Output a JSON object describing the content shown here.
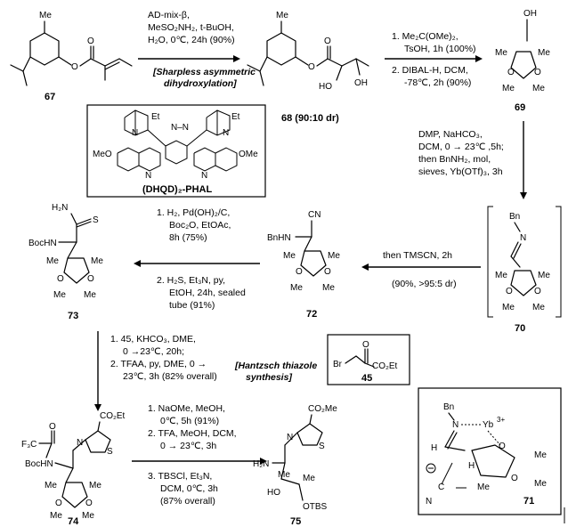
{
  "compounds": {
    "c67": "67",
    "c68": "68 (90:10 dr)",
    "c69": "69",
    "c70": "70",
    "c71": "71",
    "c72": "72",
    "c73": "73",
    "c74": "74",
    "c75": "75",
    "c45": "45",
    "ligand": "(DHQD)₂-PHAL"
  },
  "steps": {
    "s1": [
      "AD-mix-β,",
      "MeSO₂NH₂, t-BuOH,",
      "H₂O, 0℃, 24h (90%)"
    ],
    "s1_note": [
      "[Sharpless asymmetric",
      "dihydroxylation]"
    ],
    "s2": [
      "1. Me₂C(OMe)₂,",
      "TsOH, 1h (100%)",
      "2. DIBAL-H, DCM,",
      "-78℃, 2h (90%)"
    ],
    "s3": [
      "DMP, NaHCO₃,",
      "DCM, 0 → 23℃ ,5h;",
      "then BnNH₂, mol,",
      "sieves, Yb(OTf)₃, 3h"
    ],
    "s4": [
      "then TMSCN, 2h",
      "(90%, >95:5 dr)"
    ],
    "s5": [
      "1. H₂, Pd(OH)₂/C,",
      "Boc₂O, EtOAc,",
      "8h (75%)",
      "2. H₂S, Et₃N, py,",
      "EtOH, 24h, sealed",
      "tube (91%)"
    ],
    "s6": [
      "1. 45, KHCO₃, DME,",
      "0 →23℃, 20h;",
      "2. TFAA, py, DME, 0 →",
      "23℃, 3h (82% overall)"
    ],
    "s6_note": [
      "[Hantzsch thiazole",
      "synthesis]"
    ],
    "s7": [
      "1. NaOMe, MeOH,",
      "0℃, 5h (91%)",
      "2. TFA, MeOH, DCM,",
      "0 → 23℃, 3h",
      "3. TBSCl, Et₃N,",
      "DCM, 0℃, 3h",
      "(87% overall)"
    ]
  },
  "atoms": {
    "O": "O",
    "OH": "OH",
    "HO": "HO",
    "Me": "Me",
    "Et": "Et",
    "H": "H",
    "N": "N",
    "S": "S",
    "Bn": "Bn",
    "BnHN": "BnHN",
    "BocHN": "BocHN",
    "H2N": "H₂N",
    "CN": "CN",
    "OMe": "OMe",
    "MeO": "MeO",
    "CO2Et": "CO₂Et",
    "CO2Me": "CO₂Me",
    "Br": "Br",
    "F3C": "F₃C",
    "Yb": "Yb",
    "Yb_charge": "3+",
    "OTBS": "OTBS",
    "NN": "N–N",
    "C": "C"
  }
}
